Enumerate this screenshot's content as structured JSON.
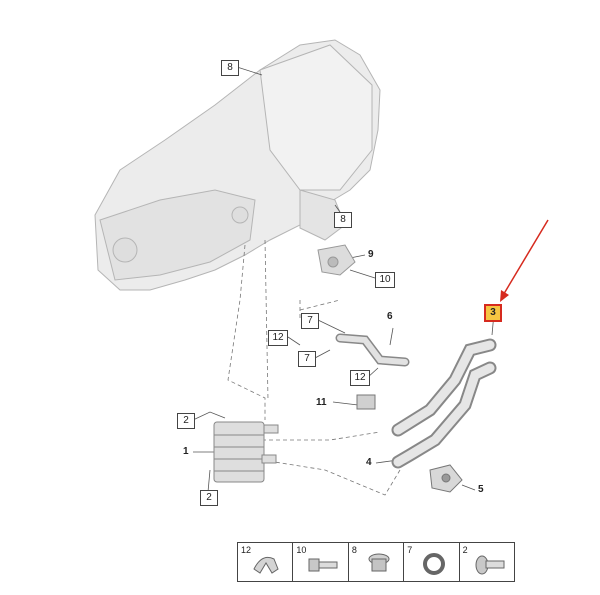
{
  "callouts": [
    {
      "id": "c8a",
      "text": "8",
      "style": "box"
    },
    {
      "id": "c8b",
      "text": "8",
      "style": "box"
    },
    {
      "id": "c9",
      "text": "9",
      "style": "plain"
    },
    {
      "id": "c10",
      "text": "10",
      "style": "box"
    },
    {
      "id": "c7a",
      "text": "7",
      "style": "box"
    },
    {
      "id": "c6",
      "text": "6",
      "style": "plain"
    },
    {
      "id": "c12a",
      "text": "12",
      "style": "box"
    },
    {
      "id": "c7b",
      "text": "7",
      "style": "box"
    },
    {
      "id": "c12b",
      "text": "12",
      "style": "box"
    },
    {
      "id": "c3",
      "text": "3",
      "style": "highlight"
    },
    {
      "id": "c11",
      "text": "11",
      "style": "plain"
    },
    {
      "id": "c2a",
      "text": "2",
      "style": "box"
    },
    {
      "id": "c1",
      "text": "1",
      "style": "plain"
    },
    {
      "id": "c4",
      "text": "4",
      "style": "plain"
    },
    {
      "id": "c5",
      "text": "5",
      "style": "plain"
    },
    {
      "id": "c2b",
      "text": "2",
      "style": "box"
    }
  ],
  "legend": [
    {
      "text": "12",
      "icon": "hose-clamp-icon"
    },
    {
      "text": "10",
      "icon": "bolt-icon"
    },
    {
      "text": "8",
      "icon": "plug-icon"
    },
    {
      "text": "7",
      "icon": "o-ring-icon"
    },
    {
      "text": "2",
      "icon": "flange-bolt-icon"
    }
  ],
  "colors": {
    "highlight_fill": "#f5c542",
    "arrow": "#d62a1e",
    "line": "#555555",
    "part_fill": "#e6e6e6"
  }
}
